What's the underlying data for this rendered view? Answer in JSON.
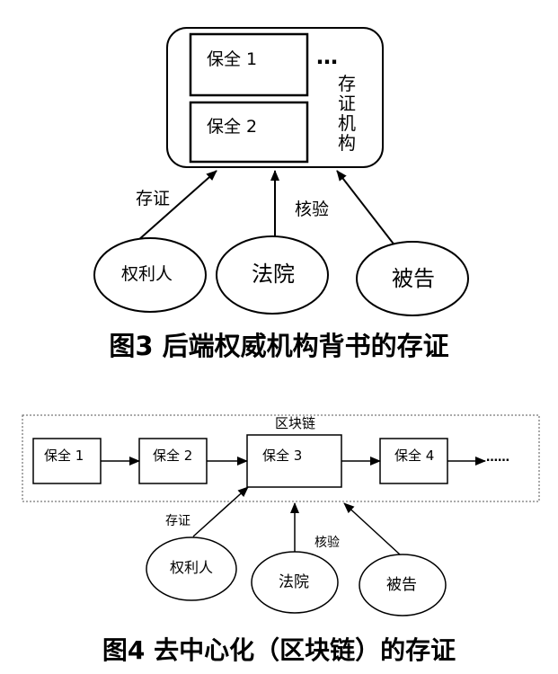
{
  "figure3": {
    "boxes": [
      "保全 1",
      "保全 2"
    ],
    "ellipsis": "…",
    "org_label": "存证机构",
    "edge_labels": {
      "deposit": "存证",
      "verify": "核验"
    },
    "parties": [
      "权利人",
      "法院",
      "被告"
    ],
    "caption": "图3 后端权威机构背书的存证"
  },
  "figure4": {
    "chain_label": "区块链",
    "boxes": [
      "保全 1",
      "保全 2",
      "保全 3",
      "保全 4"
    ],
    "trailing": "……",
    "edge_labels": {
      "deposit": "存证",
      "verify": "核验"
    },
    "parties": [
      "权利人",
      "法院",
      "被告"
    ],
    "caption": "图4 去中心化（区块链）的存证"
  }
}
